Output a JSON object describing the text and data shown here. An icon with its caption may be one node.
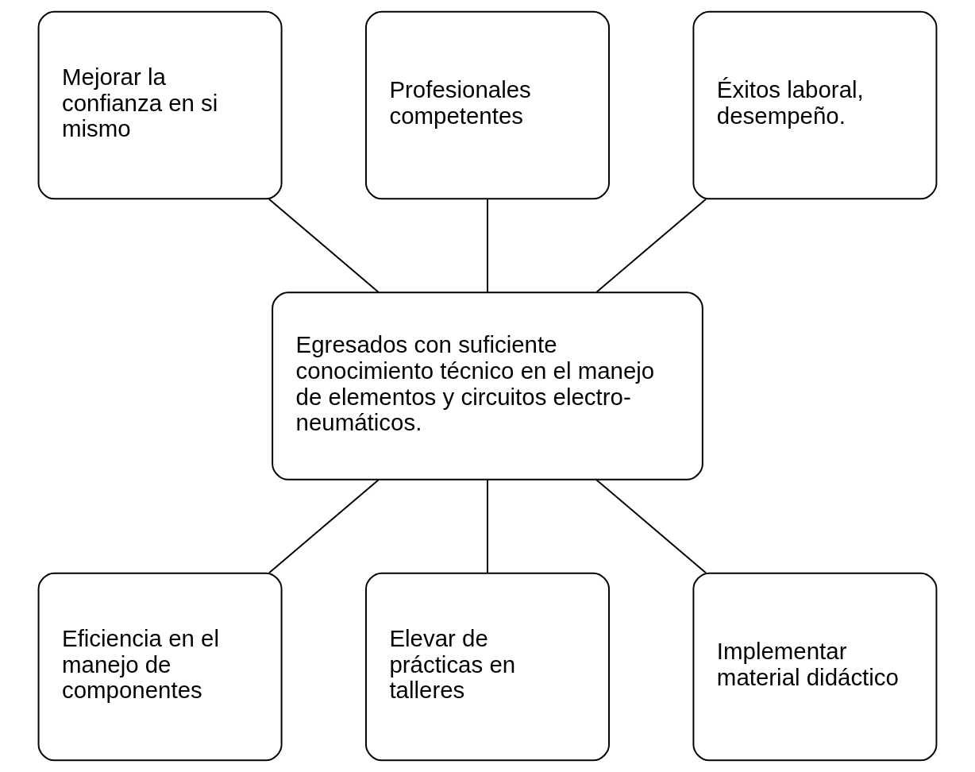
{
  "diagram": {
    "nodes": [
      {
        "text": [
          "Mejorar la confianza en si mismo"
        ]
      },
      {
        "text": [
          "Profesionales competentes"
        ]
      },
      {
        "text": [
          "Éxitos laboral, desempeño."
        ]
      },
      {
        "text": [
          "Egresados con suficiente conocimiento técnico en el manejo de elementos y circuitos electro-neumáticos."
        ]
      },
      {
        "text": [
          "Eficiencia en el manejo de componentes"
        ]
      },
      {
        "text": [
          "Elevar de prácticas en talleres"
        ]
      },
      {
        "text": [
          "Implementar material didáctico"
        ]
      }
    ],
    "edges": [
      {
        "from": 0,
        "to": 3,
        "arrow": "none"
      },
      {
        "from": 1,
        "to": 3,
        "arrow": "none"
      },
      {
        "from": 2,
        "to": 3,
        "arrow": "none"
      },
      {
        "from": 3,
        "to": 4,
        "arrow": "none"
      },
      {
        "from": 3,
        "to": 5,
        "arrow": "none"
      },
      {
        "from": 3,
        "to": 6,
        "arrow": "none"
      }
    ]
  }
}
